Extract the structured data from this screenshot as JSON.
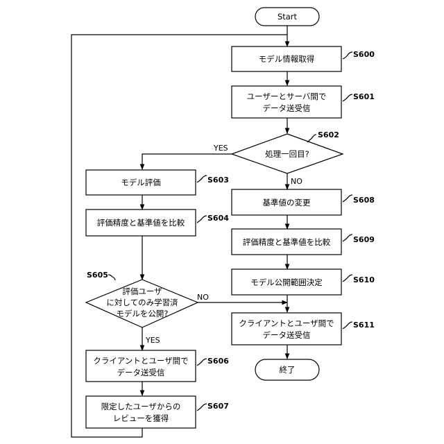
{
  "flowchart": {
    "start": "Start",
    "end": "終了",
    "steps": {
      "s600": {
        "id": "S600",
        "lines": [
          "モデル情報取得"
        ]
      },
      "s601": {
        "id": "S601",
        "lines": [
          "ユーザーとサーバ間で",
          "データ送受信"
        ]
      },
      "s602": {
        "id": "S602",
        "lines": [
          "処理一回目?"
        ]
      },
      "s603": {
        "id": "S603",
        "lines": [
          "モデル評価"
        ]
      },
      "s604": {
        "id": "S604",
        "lines": [
          "評価精度と基準値を比較"
        ]
      },
      "s605": {
        "id": "S605",
        "lines": [
          "評価ユーザ",
          "に対してのみ学習済",
          "モデルを公開?"
        ]
      },
      "s606": {
        "id": "S606",
        "lines": [
          "クライアントとユーザ間で",
          "データ送受信"
        ]
      },
      "s607": {
        "id": "S607",
        "lines": [
          "限定したユーザからの",
          "レビューを獲得"
        ]
      },
      "s608": {
        "id": "S608",
        "lines": [
          "基準値の変更"
        ]
      },
      "s609": {
        "id": "S609",
        "lines": [
          "評価精度と基準値を比較"
        ]
      },
      "s610": {
        "id": "S610",
        "lines": [
          "モデル公開範囲決定"
        ]
      },
      "s611": {
        "id": "S611",
        "lines": [
          "クライアントとユーザ間で",
          "データ送受信"
        ]
      }
    },
    "branches": {
      "s602_yes": "YES",
      "s602_no": "NO",
      "s605_yes": "YES",
      "s605_no": "NO"
    }
  }
}
